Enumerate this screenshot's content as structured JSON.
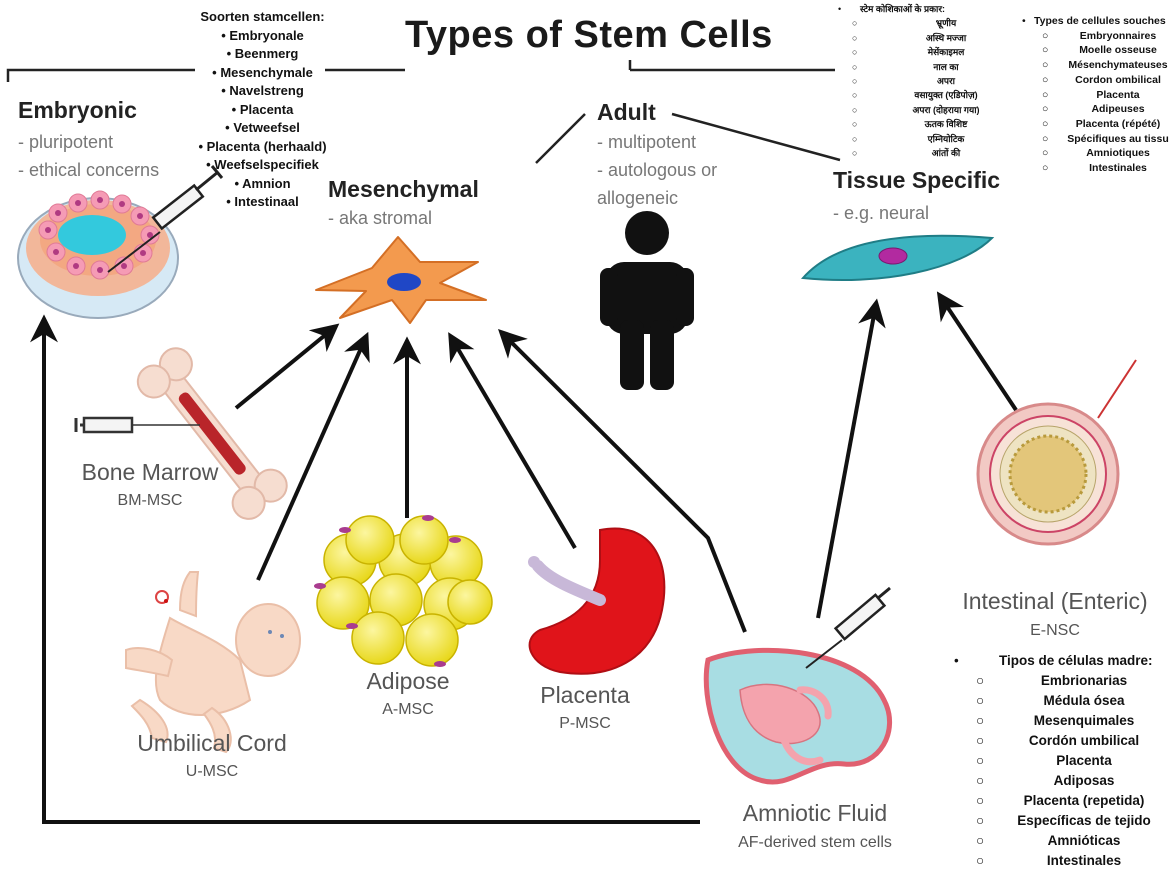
{
  "title": "Types of Stem Cells",
  "categories": {
    "embryonic": {
      "title": "Embryonic",
      "notes": [
        "- pluripotent",
        "- ethical concerns"
      ]
    },
    "mesenchymal": {
      "title": "Mesenchymal",
      "notes": [
        "- aka stromal"
      ]
    },
    "adult": {
      "title": "Adult",
      "notes": [
        "- multipotent",
        "- autologous or",
        "allogeneic"
      ]
    },
    "tissue_specific": {
      "title": "Tissue Specific",
      "notes": [
        "- e.g. neural"
      ]
    }
  },
  "sources": {
    "bone_marrow": {
      "label": "Bone Marrow",
      "abbr": "BM-MSC"
    },
    "umbilical_cord": {
      "label": "Umbilical Cord",
      "abbr": "U-MSC"
    },
    "adipose": {
      "label": "Adipose",
      "abbr": "A-MSC"
    },
    "placenta": {
      "label": "Placenta",
      "abbr": "P-MSC"
    },
    "amniotic_fluid": {
      "label": "Amniotic Fluid",
      "abbr": "AF-derived stem cells"
    },
    "intestinal": {
      "label": "Intestinal (Enteric)",
      "abbr": "E-NSC"
    }
  },
  "dutch_list": {
    "heading": "Soorten stamcellen:",
    "items": [
      "• Embryonale",
      "• Beenmerg",
      "• Mesenchymale",
      "• Navelstreng",
      "• Placenta",
      "• Vetweefsel",
      "• Placenta (herhaald)",
      "• Weefselspecifiek",
      "• Amnion",
      "• Intestinaal"
    ]
  },
  "hindi_list": {
    "heading": "स्टेम कोशिकाओं के प्रकार:",
    "items": [
      "भ्रूणीय",
      "अस्थि मज्जा",
      "मेसेंकाइमल",
      "नाल का",
      "अपरा",
      "वसायुक्त (एडिपोज़)",
      "अपरा (दोहराया गया)",
      "ऊतक विशिष्ट",
      "एम्नियोटिक",
      "आंतों की"
    ]
  },
  "french_list": {
    "heading": "Types de cellules souches",
    "items": [
      "Embryonnaires",
      "Moelle osseuse",
      "Mésenchymateuses",
      "Cordon ombilical",
      "Placenta",
      "Adipeuses",
      "Placenta (répété)",
      "Spécifiques au tissu",
      "Amniotiques",
      "Intestinales"
    ]
  },
  "spanish_list": {
    "heading": "Tipos de células madre:",
    "items": [
      "Embrionarias",
      "Médula ósea",
      "Mesenquimales",
      "Cordón umbilical",
      "Placenta",
      "Adiposas",
      "Placenta (repetida)",
      "Específicas de tejido",
      "Amnióticas",
      "Intestinales"
    ]
  },
  "colors": {
    "arrow": "#111111",
    "bone": "#f6ddd0",
    "marrow": "#b9252a",
    "mesenchymal_cell": "#f39a4e",
    "nucleus": "#1f47c6",
    "fat_cell": "#f3ea3b",
    "placenta": "#e0141a",
    "neural_cell": "#3bb3bf",
    "amniotic_fluid": "#a8dde3",
    "fetus": "#f4a3ad"
  }
}
